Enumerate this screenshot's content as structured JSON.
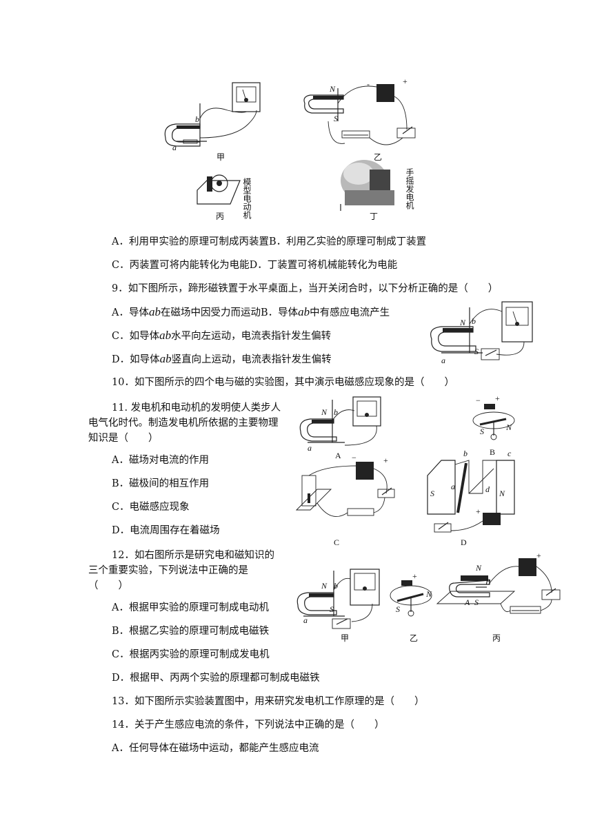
{
  "fig1": {
    "jia": "甲",
    "yi": "乙",
    "bing": "丙",
    "ding": "丁",
    "bing_side": "模型电动机",
    "ding_side": "手摇发电机",
    "a": "a",
    "b": "b",
    "N": "N",
    "S": "S",
    "minus": "-",
    "plus": "+"
  },
  "q8": {
    "optA": "A．利用甲实验的原理可制成丙装置",
    "optB": "B．利用乙实验的原理可制成丁装置",
    "optC": "C．丙装置可将内能转化为电能",
    "optD": "D．丁装置可将机械能转化为电能"
  },
  "q9": {
    "stem": "9．如下图所示，蹄形磁铁置于水平桌面上，当开关闭合时，以下分析正确的是（　　）",
    "optA_pre": "A．导体",
    "optA_post": "在磁场中因受力而运动",
    "optB_pre": "B．导体",
    "optB_post": "中有感应电流产生",
    "optC_pre": "C．如导体",
    "optC_post": "水平向左运动，电流表指针发生偏转",
    "optD_pre": "D．如导体",
    "optD_post": "竖直向上运动，电流表指针发生偏转",
    "ab": "ab"
  },
  "q10": {
    "stem": "10．如下图所示的四个电与磁的实验图，其中演示电磁感应现象的是（　　）"
  },
  "fig10": {
    "A": "A",
    "B": "B",
    "C": "C",
    "D": "D",
    "a": "a",
    "b": "b",
    "c": "c",
    "d": "d",
    "N": "N",
    "S": "S",
    "minus": "−",
    "plus": "+"
  },
  "q11": {
    "stem1": "11. 发电机和电动机的发明使人类步人",
    "stem2": "电气化时代。制造发电机所依据的主要物理",
    "stem3": "知识是（　　）",
    "optA": "A．磁场对电流的作用",
    "optB": "B．磁极间的相互作用",
    "optC": "C．电磁感应现象",
    "optD": "D．电流周围存在着磁场"
  },
  "q12": {
    "stem1": "12．如右图所示是研究电和磁知识的",
    "stem2": "三个重要实验，下列说法中正确的是",
    "stem3": "（　　）",
    "optA": "A．根据甲实验的原理可制成电动机",
    "optB": "B．根据乙实验的原理可制成电磁铁",
    "optC": "C．根据丙实验的原理可制成发电机",
    "optD": "D．根据甲、丙两个实验的原理都可制成电磁铁"
  },
  "fig12": {
    "jia": "甲",
    "yi": "乙",
    "bing": "丙",
    "N": "N",
    "S": "S",
    "A": "A",
    "B": "B",
    "a": "a",
    "b": "b",
    "plus": "+"
  },
  "q13": {
    "stem": "13．如下图所示实验装置图中，用来研究发电机工作原理的是（　　）"
  },
  "q14": {
    "stem": "14．关于产生感应电流的条件，下列说法中正确的是（　　）",
    "optA": "A．任何导体在磁场中运动，都能产生感应电流"
  }
}
